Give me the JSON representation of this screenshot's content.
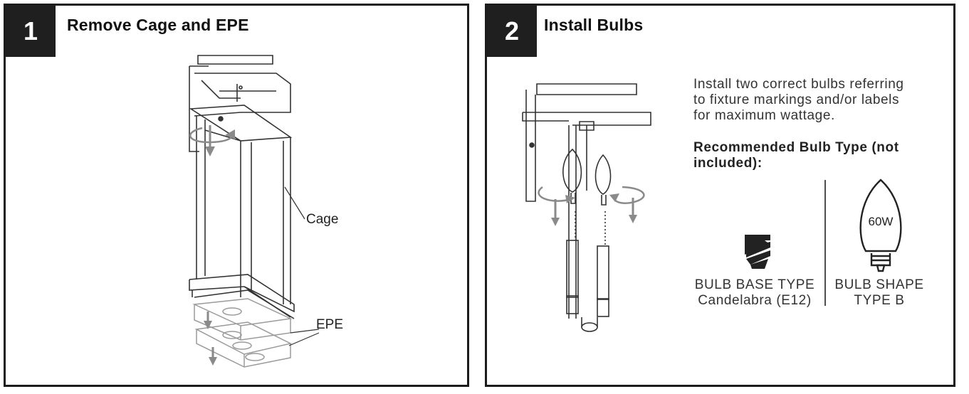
{
  "panel1": {
    "step_number": "1",
    "title": "Remove Cage and EPE",
    "label_cage": "Cage",
    "label_epe": "EPE",
    "icons": [
      "rotate-arrow-icon",
      "down-arrow-icon",
      "wall-light-fixture-drawing",
      "epe-foam-block-drawing"
    ]
  },
  "panel2": {
    "step_number": "2",
    "title": "Install Bulbs",
    "instructions": [
      "Install two correct bulbs referring",
      "to fixture markings and/or labels",
      "for maximum wattage."
    ],
    "recommended_heading": [
      "Recommended Bulb Type (not",
      "included):"
    ],
    "base_type_label": "BULB BASE TYPE",
    "base_type_value": "Candelabra (E12)",
    "shape_label": "BULB SHAPE",
    "shape_value": "TYPE B",
    "bulb_wattage": "60W",
    "icons": [
      "candelabra-base-icon",
      "candle-bulb-icon",
      "fixture-with-bulbs-drawing"
    ]
  },
  "colors": {
    "frame": "#1c1c1c",
    "step_box": "#1f1f1f",
    "arrow": "#8a8a8a",
    "line": "#333333",
    "faded": "#9a9a9a"
  }
}
